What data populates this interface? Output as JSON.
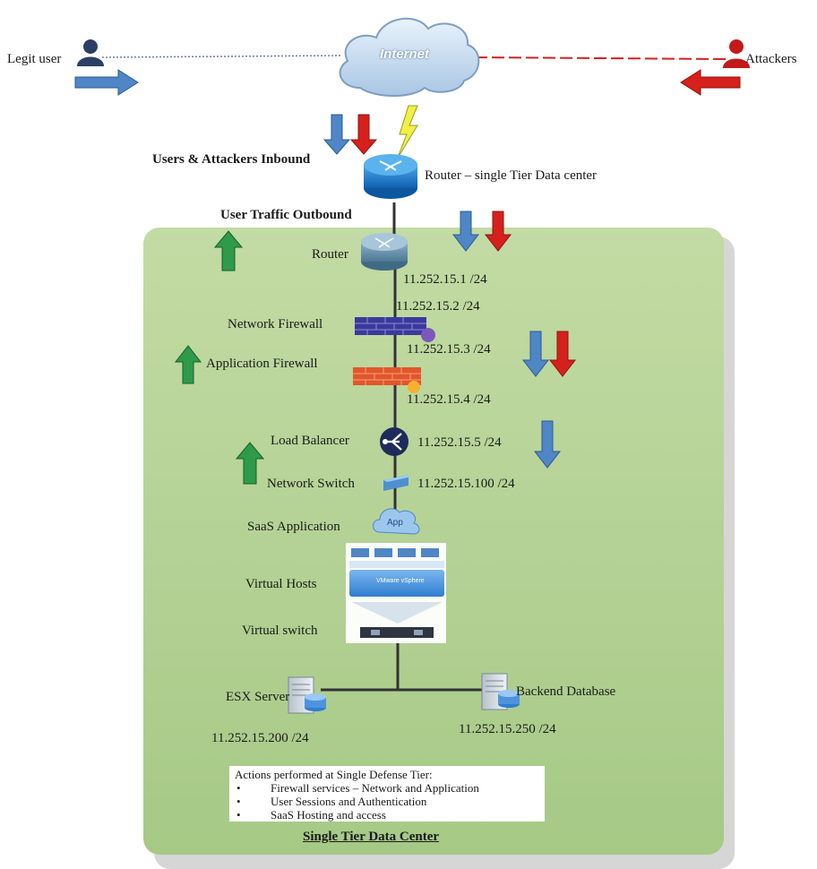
{
  "internet": {
    "label": "Internet"
  },
  "actors": {
    "legit_user": "Legit user",
    "attackers": "Attackers"
  },
  "router_top": {
    "label": "Router – single Tier Data center",
    "inbound_label": "Users & Attackers Inbound",
    "outbound_label": "User Traffic Outbound"
  },
  "datacenter": {
    "title": "Single  Tier Data Center",
    "router": {
      "label": "Router",
      "ip": "11.252.15.1 /24"
    },
    "network_firewall": {
      "label": "Network Firewall",
      "ip": "11.252.15.2 /24"
    },
    "application_firewall": {
      "label": "Application Firewall",
      "ip_in": "11.252.15.3 /24",
      "ip_out": "11.252.15.4 /24"
    },
    "load_balancer": {
      "label": "Load Balancer",
      "ip": "11.252.15.5 /24"
    },
    "network_switch": {
      "label": "Network Switch",
      "ip": "11.252.15.100 /24"
    },
    "saas_app": {
      "label": "SaaS Application",
      "icon_text": "App"
    },
    "virtual_hosts": {
      "label": "Virtual Hosts",
      "platform_text": "VMware vSphere"
    },
    "virtual_switch": {
      "label": "Virtual switch"
    },
    "esx_server": {
      "label": "ESX Server",
      "ip": "11.252.15.200 /24"
    },
    "backend_db": {
      "label": "Backend Database",
      "ip": "11.252.15.250 /24"
    },
    "actions": {
      "heading": "Actions performed at Single Defense Tier:",
      "items": [
        "Firewall services – Network and Application",
        "User Sessions and Authentication",
        "SaaS Hosting and access"
      ]
    }
  },
  "colors": {
    "panel_green": "#b9d59a",
    "legit_arrow": "#4f86c6",
    "attack_arrow": "#d6201c",
    "outbound_arrow": "#2e9a4a",
    "router_blue": "#1a73c9",
    "network_firewall": "#3a3a9c",
    "application_firewall": "#e2562b"
  }
}
